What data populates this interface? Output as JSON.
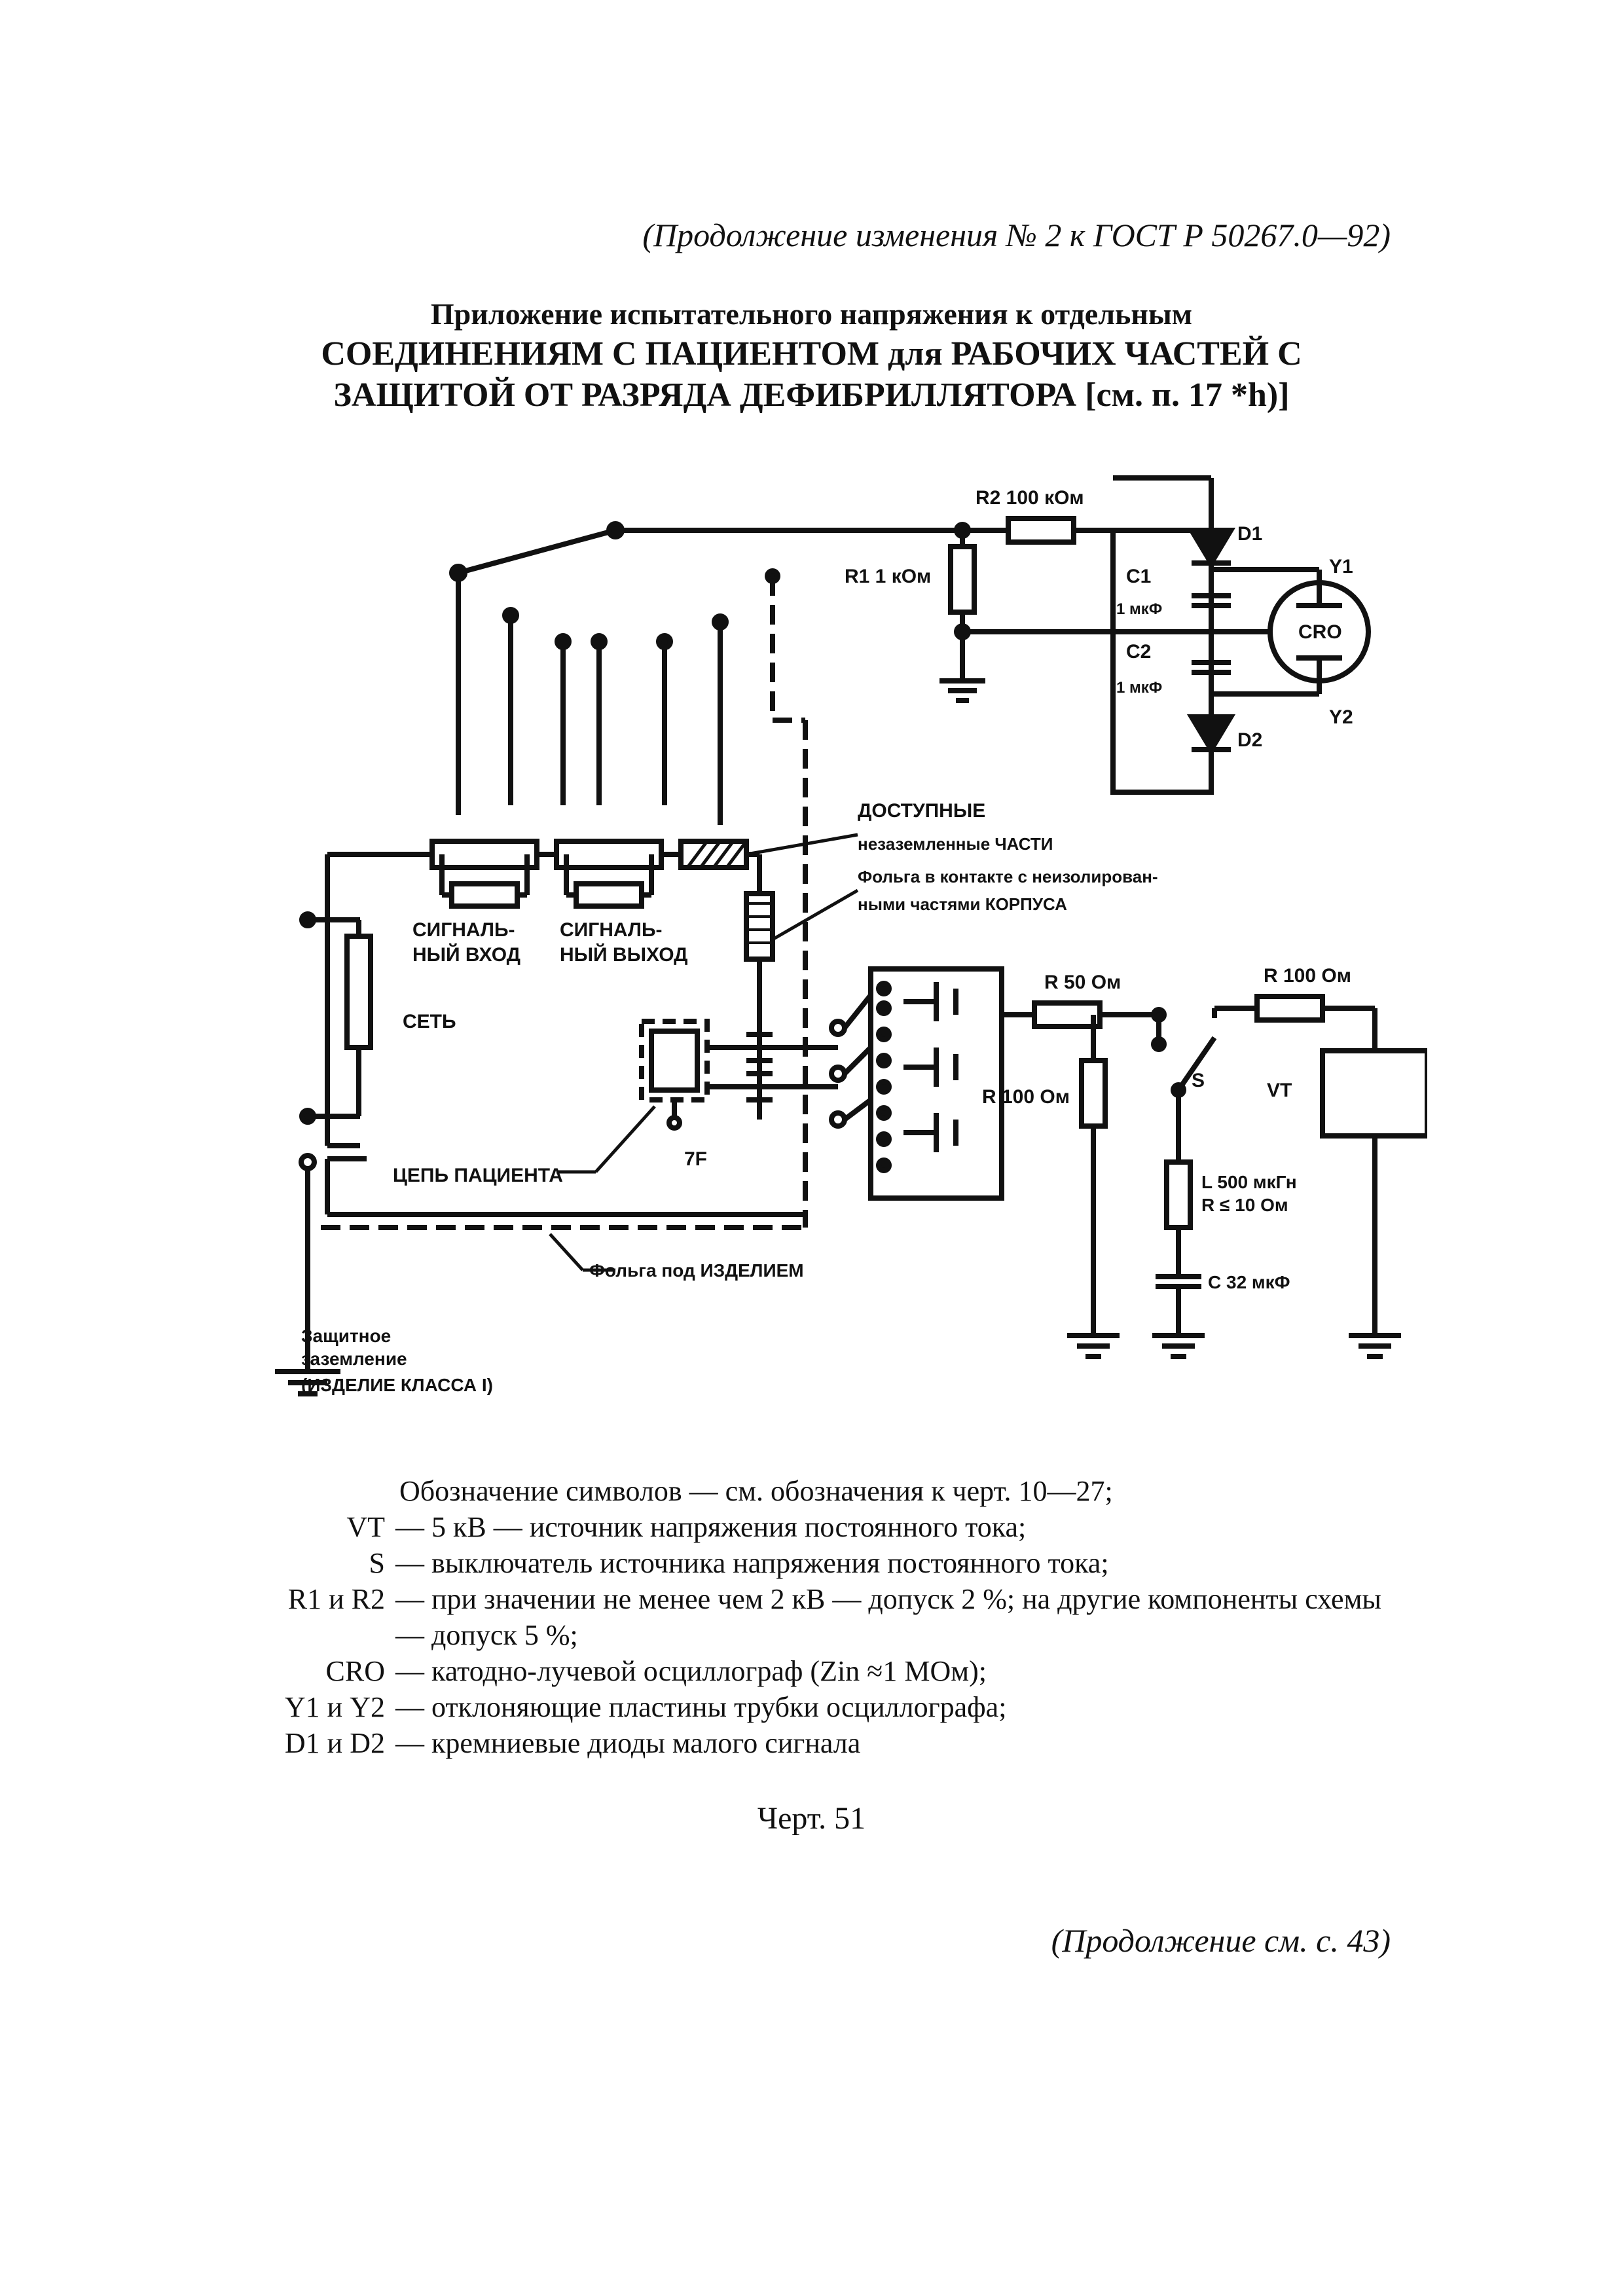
{
  "header": {
    "continuation": "(Продолжение изменения № 2 к ГОСТ Р 50267.0—92)"
  },
  "title": {
    "line1": "Приложение испытательного напряжения к отдельным",
    "line2": "СОЕДИНЕНИЯМ С ПАЦИЕНТОМ для РАБОЧИХ ЧАСТЕЙ С",
    "line3": "ЗАЩИТОЙ ОТ РАЗРЯДА ДЕФИБРИЛЛЯТОРА [см. п. 17 *h)]"
  },
  "diagram": {
    "r2": "R2 100 кОм",
    "r1": "R1 1 кОм",
    "d1": "D1",
    "d2": "D2",
    "c1": "C1",
    "c1_val": "1 мкФ",
    "c2": "C2",
    "c2_val": "1 мкФ",
    "y1": "Y1",
    "y2": "Y2",
    "cro": "CRO",
    "accessible_1": "ДОСТУПНЫЕ",
    "accessible_2": "незаземленные ЧАСТИ",
    "foil_1": "Фольга в контакте с неизолирован-",
    "foil_2": "ными частями КОРПУСА",
    "sig_in_1": "СИГНАЛЬ-",
    "sig_in_2": "НЫЙ ВХОД",
    "sig_out_1": "СИГНАЛЬ-",
    "sig_out_2": "НЫЙ ВЫХОД",
    "mains": "СЕТЬ",
    "patient_circuit": "ЦЕПЬ ПАЦИЕНТА",
    "tf": "7F",
    "foil_under": "Фольга под ИЗДЕЛИЕМ",
    "r50": "R 50 Ом",
    "r100": "R 100 Ом",
    "r100_right": "R 100 Ом",
    "s": "S",
    "vt": "VT",
    "l_val": "L 500 мкГн",
    "r_cond": "R ≤ 10 Ом",
    "c32": "C 32 мкФ",
    "ground_1": "Защитное",
    "ground_2": "заземление",
    "ground_3": "(ИЗДЕЛИЕ КЛАССА I)"
  },
  "legend": {
    "intro": "Обозначение символов — см. обозначения к черт. 10—27;",
    "items": [
      {
        "sym": "VT",
        "desc": "— 5 кВ — источник напряжения постоянного тока;"
      },
      {
        "sym": "S",
        "desc": "— выключатель источника напряжения постоянного тока;"
      },
      {
        "sym": "R1 и R2",
        "desc": "— при значении не менее чем 2 кВ — допуск 2 %; на другие компоненты схемы — допуск 5 %;"
      },
      {
        "sym": "CRO",
        "desc": "— катодно-лучевой осциллограф (Zin ≈1 МОм);"
      },
      {
        "sym": "Y1 и Y2",
        "desc": "— отклоняющие пластины трубки осциллографа;"
      },
      {
        "sym": "D1 и D2",
        "desc": "— кремниевые диоды малого сигнала"
      }
    ]
  },
  "caption": "Черт. 51",
  "footer": {
    "continuation": "(Продолжение см. с. 43)"
  }
}
